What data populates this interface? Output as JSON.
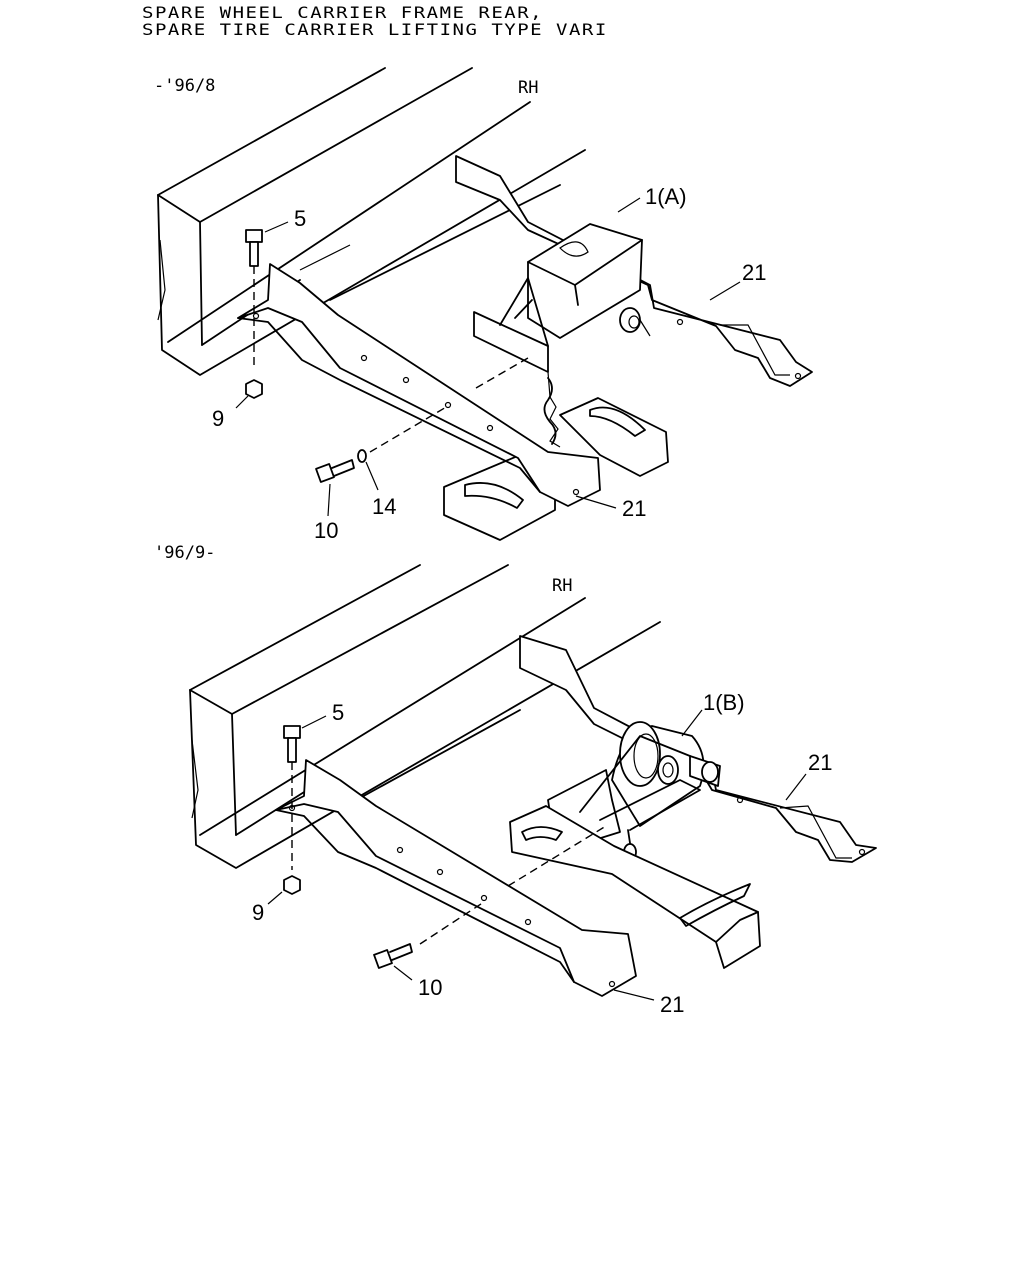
{
  "header": {
    "title_line1": "SPARE WHEEL CARRIER FRAME REAR,",
    "title_line2": "SPARE TIRE CARRIER LIFTING TYPE VARI"
  },
  "diagram_a": {
    "period": "-'96/8",
    "side": "RH",
    "callouts": {
      "carrier": "1(A)",
      "bolt_top": "5",
      "nut": "9",
      "bolt_side": "10",
      "washer": "14",
      "crossmember_right": "21",
      "crossmember_front": "21"
    }
  },
  "diagram_b": {
    "period": "'96/9-",
    "side": "RH",
    "callouts": {
      "carrier": "1(B)",
      "bolt_top": "5",
      "nut": "9",
      "bolt_side": "10",
      "crossmember_right": "21",
      "crossmember_front": "21"
    }
  }
}
